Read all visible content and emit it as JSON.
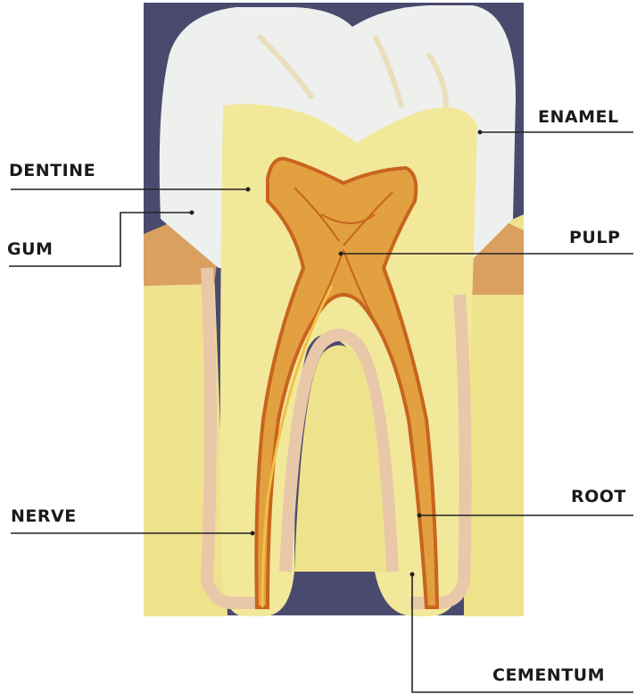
{
  "labels": {
    "enamel": "ENAMEL",
    "dentine": "DENTINE",
    "gum": "GUM",
    "pulp": "PULP",
    "nerve": "NERVE",
    "root": "ROOT",
    "cementum": "CEMENTUM"
  },
  "colors": {
    "frame": "#4a4a6e",
    "enamel": "#eef0ee",
    "dentine": "#f2e89a",
    "pulp": "#e2a040",
    "pulp_outline": "#c8641e",
    "gum": "#d9a060",
    "bone": "#efe28c",
    "cementum": "#e8c8a8",
    "leader_line": "#222222"
  }
}
